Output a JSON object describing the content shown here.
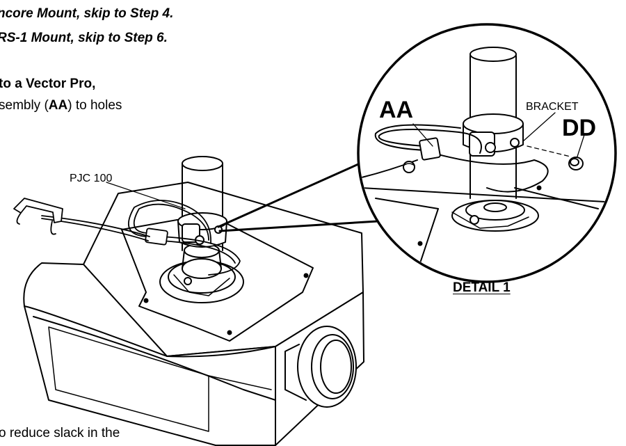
{
  "instructions": {
    "line1": "ncore Mount, skip to Step 4.",
    "line2": "RS-1 Mount, skip to Step 6.",
    "line3": "to a Vector Pro,",
    "line4": {
      "before": "sembly (",
      "bold": "AA",
      "after": ") to holes"
    },
    "line5": "o reduce slack in the"
  },
  "callouts": {
    "pjc": "PJC 100",
    "bracket": "BRACKET",
    "aa": "AA",
    "dd": "DD",
    "detail": "DETAIL 1"
  },
  "colors": {
    "ink": "#000000",
    "paper": "#ffffff"
  }
}
